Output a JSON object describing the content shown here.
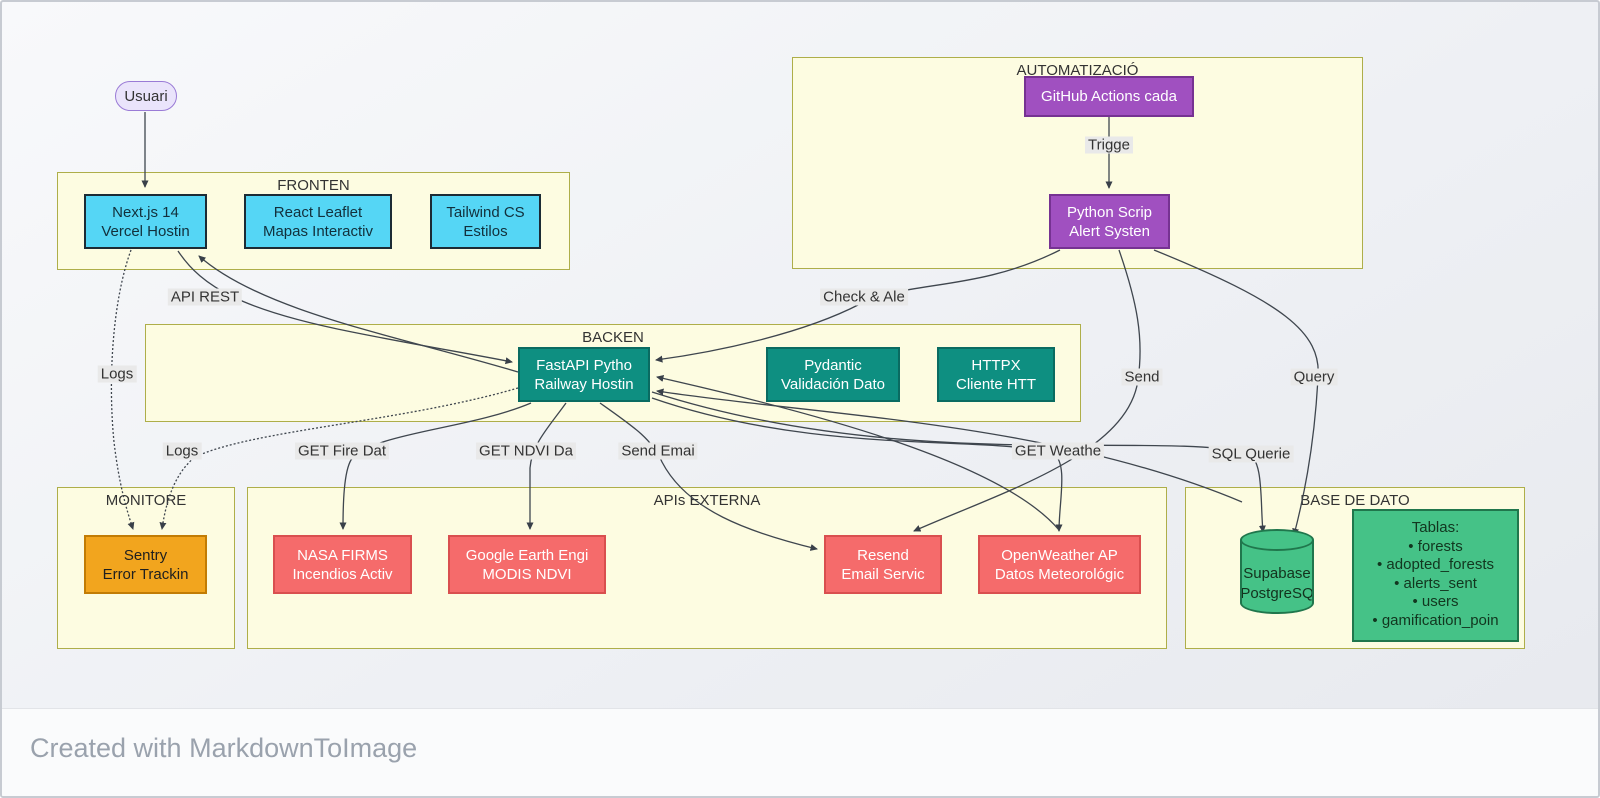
{
  "clusters": {
    "frontend": "FRONTEN",
    "automatizacion": "AUTOMATIZACIÓ",
    "backend": "BACKEN",
    "monitoreo": "MONITORE",
    "apis_externas": "APIs EXTERNA",
    "base_de_datos": "BASE DE DATO"
  },
  "nodes": {
    "usuario": {
      "label": "Usuari"
    },
    "nextjs": {
      "line1": "Next.js 14",
      "line2": "Vercel Hostin"
    },
    "react_leaflet": {
      "line1": "React Leaflet",
      "line2": "Mapas Interactiv"
    },
    "tailwind": {
      "line1": "Tailwind CS",
      "line2": "Estilos"
    },
    "github_actions": {
      "line1": "GitHub Actions cada"
    },
    "python_script": {
      "line1": "Python Scrip",
      "line2": "Alert Systen"
    },
    "fastapi": {
      "line1": "FastAPI Pytho",
      "line2": "Railway Hostin"
    },
    "pydantic": {
      "line1": "Pydantic",
      "line2": "Validación Dato"
    },
    "httpx": {
      "line1": "HTTPX",
      "line2": "Cliente HTT"
    },
    "sentry": {
      "line1": "Sentry",
      "line2": "Error Trackin"
    },
    "nasa_firms": {
      "line1": "NASA FIRMS",
      "line2": "Incendios Activ"
    },
    "google_earth": {
      "line1": "Google Earth Engi",
      "line2": "MODIS NDVI"
    },
    "resend": {
      "line1": "Resend",
      "line2": "Email Servic"
    },
    "openweather": {
      "line1": "OpenWeather AP",
      "line2": "Datos Meteorológic"
    },
    "supabase": {
      "line1": "Supabase",
      "line2": "PostgreSQ"
    },
    "tablas": {
      "title": "Tablas:",
      "items": [
        "• forests",
        "• adopted_forests",
        "• alerts_sent",
        "• users",
        "• gamification_poin"
      ]
    }
  },
  "edge_labels": {
    "trigger": "Trigge",
    "api_rest": "API REST",
    "check_alert": "Check & Ale",
    "logs_frontend": "Logs",
    "logs_backend": "Logs",
    "get_fire": "GET Fire Dat",
    "get_ndvi": "GET NDVI Da",
    "send_email": "Send Emai",
    "get_weather": "GET Weathe",
    "sql_queries": "SQL Querie",
    "send": "Send",
    "query": "Query"
  },
  "footer": {
    "credit": "Created with MarkdownToImage"
  },
  "colors": {
    "cluster_fill": "#fdfce1",
    "cluster_border": "#aeae49",
    "frontend_node": "#55d6f5",
    "automation_node": "#a050c0",
    "backend_node": "#0e8f81",
    "monitoring_node": "#f2a51e",
    "external_api_node": "#f56b6b",
    "database_node": "#45c287",
    "user_node": "#eae4fb",
    "edge": "#3f464e",
    "edge_label_bg": "#e9e9e9",
    "canvas_bg": "#eef0f4"
  }
}
